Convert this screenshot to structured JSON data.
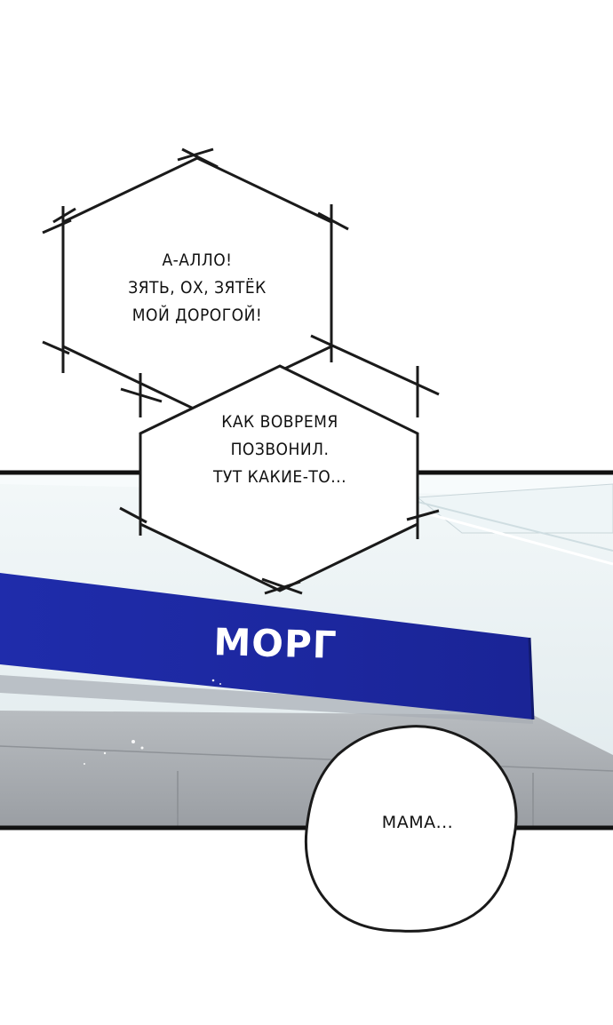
{
  "panel": {
    "sign_label": "МОРГ"
  },
  "bubbles": {
    "phone_1": [
      "А-АЛЛО!",
      "ЗЯТЬ, ОХ, ЗЯТЁК",
      "МОЙ ДОРОГОЙ!"
    ],
    "phone_2": [
      "КАК ВОВРЕМЯ",
      "ПОЗВОНИЛ.",
      "ТУТ КАКИЕ-ТО..."
    ],
    "thought": "МАМА..."
  },
  "colors": {
    "sign_blue": "#1e2aa8",
    "wall": "#e9f1f3",
    "border": "#111111"
  }
}
